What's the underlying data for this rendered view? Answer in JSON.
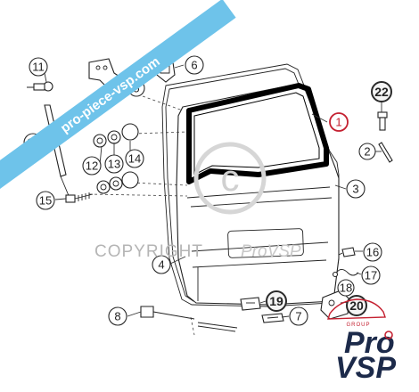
{
  "watermark": {
    "banner_text": "pro-piece-vsp.com",
    "banner_color": "#6ec3ea",
    "copyright_word": "COPYRIGHT",
    "copyright_brand": "ProVSP"
  },
  "callouts": [
    {
      "id": "c1",
      "label": "1"
    },
    {
      "id": "c2",
      "label": "2"
    },
    {
      "id": "c3",
      "label": "3"
    },
    {
      "id": "c4",
      "label": "4"
    },
    {
      "id": "c5",
      "label": "5"
    },
    {
      "id": "c6",
      "label": "6"
    },
    {
      "id": "c7",
      "label": "7"
    },
    {
      "id": "c8",
      "label": "8"
    },
    {
      "id": "c10",
      "label": "10"
    },
    {
      "id": "c11",
      "label": "11"
    },
    {
      "id": "c12",
      "label": "12"
    },
    {
      "id": "c13",
      "label": "13"
    },
    {
      "id": "c14",
      "label": "14"
    },
    {
      "id": "c15",
      "label": "15"
    },
    {
      "id": "c16",
      "label": "16"
    },
    {
      "id": "c17",
      "label": "17"
    },
    {
      "id": "c18",
      "label": "18"
    },
    {
      "id": "c19",
      "label": "19"
    },
    {
      "id": "c20",
      "label": "20"
    },
    {
      "id": "c22",
      "label": "22"
    }
  ],
  "logo": {
    "line1": "Pro",
    "line2": "VSP",
    "tag": "GROUP",
    "accent_color": "#c42030",
    "text_color": "#1c2a4a"
  },
  "colors": {
    "glass_frame": "#000000",
    "highlight_callout": "#c42030"
  }
}
